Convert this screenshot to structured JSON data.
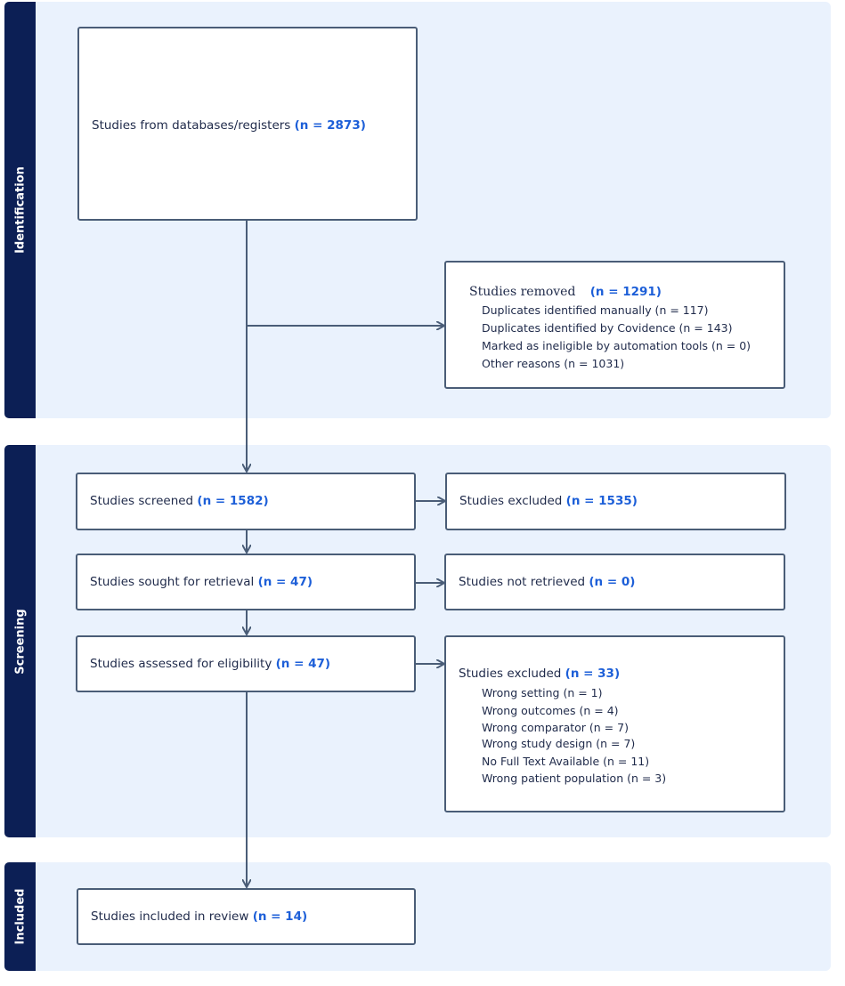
{
  "phases": {
    "identification": "Identification",
    "screening": "Screening",
    "included": "Included"
  },
  "boxes": {
    "databases": {
      "label": "Studies from databases/registers",
      "n": "(n = 2873)"
    },
    "removed": {
      "label": "Studies removed",
      "n": "(n = 1291)",
      "items": [
        "Duplicates identified manually (n = 117)",
        "Duplicates identified by Covidence (n = 143)",
        "Marked as ineligible by automation tools (n = 0)",
        "Other reasons (n = 1031)"
      ]
    },
    "screened": {
      "label": "Studies screened",
      "n": "(n = 1582)"
    },
    "excluded_screen": {
      "label": "Studies excluded",
      "n": "(n = 1535)"
    },
    "sought": {
      "label": "Studies sought for retrieval",
      "n": "(n = 47)"
    },
    "not_retrieved": {
      "label": "Studies not retrieved",
      "n": "(n = 0)"
    },
    "assessed": {
      "label": "Studies assessed for eligibility",
      "n": "(n = 47)"
    },
    "excluded_full": {
      "label": "Studies excluded",
      "n": "(n = 33)",
      "items": [
        "Wrong setting (n = 1)",
        "Wrong outcomes (n = 4)",
        "Wrong comparator (n = 7)",
        "Wrong study design (n = 7)",
        "No Full Text Available (n = 11)",
        "Wrong patient population (n = 3)"
      ]
    },
    "included": {
      "label": "Studies included in review",
      "n": "(n = 14)"
    }
  },
  "colors": {
    "phase_bg": "#eaf2fd",
    "phase_bar": "#0c1f55",
    "count_blue": "#1d5fd8",
    "line": "#4a5d77"
  }
}
